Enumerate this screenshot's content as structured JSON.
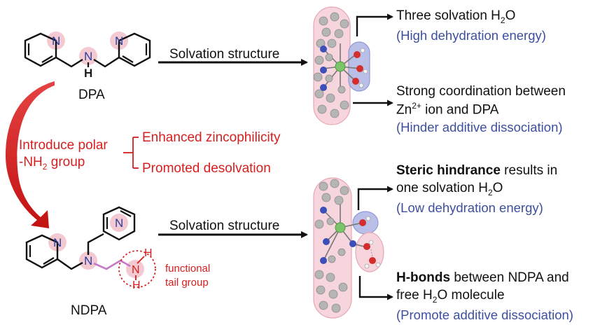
{
  "molecules": {
    "dpa_label": "DPA",
    "ndpa_label": "NDPA",
    "atom_n": "N",
    "atom_h": "H",
    "tail_label_line1": "functional",
    "tail_label_line2": "tail group"
  },
  "arrows": {
    "top_label": "Solvation structure",
    "bottom_label": "Solvation structure"
  },
  "middle": {
    "introduce_line1": "Introduce polar",
    "introduce_line2_prefix": "-NH",
    "introduce_line2_sub": "2",
    "introduce_line2_suffix": " group",
    "effect1": "Enhanced zincophilicity",
    "effect2": "Promoted desolvation"
  },
  "top_notes": {
    "note1_main_prefix": "Three solvation H",
    "note1_sub": "2",
    "note1_suffix": "O",
    "note1_detail": "(High dehydration energy)",
    "note2_line1": "Strong coordination between",
    "note2_line2_prefix": "Zn",
    "note2_sup": "2+",
    "note2_line2_suffix": " ion and DPA",
    "note2_detail": "(Hinder additive dissociation)"
  },
  "bottom_notes": {
    "note3_bold": "Steric hindrance",
    "note3_rest": " results in",
    "note3_line2_prefix": "one solvation H",
    "note3_sub": "2",
    "note3_suffix": "O",
    "note3_detail": "(Low dehydration energy)",
    "note4_bold": "H-bonds",
    "note4_rest": " between NDPA and",
    "note4_line2_prefix": "free H",
    "note4_sub": "2",
    "note4_suffix": "O molecule",
    "note4_detail": "(Promote additive dissociation)"
  },
  "colors": {
    "red": "#d81e1e",
    "blue_text": "#3d4f9e",
    "pink_highlight": "#f3c9d2",
    "blue_highlight": "#b9bfe6",
    "zinc_green": "#7cc46a"
  }
}
